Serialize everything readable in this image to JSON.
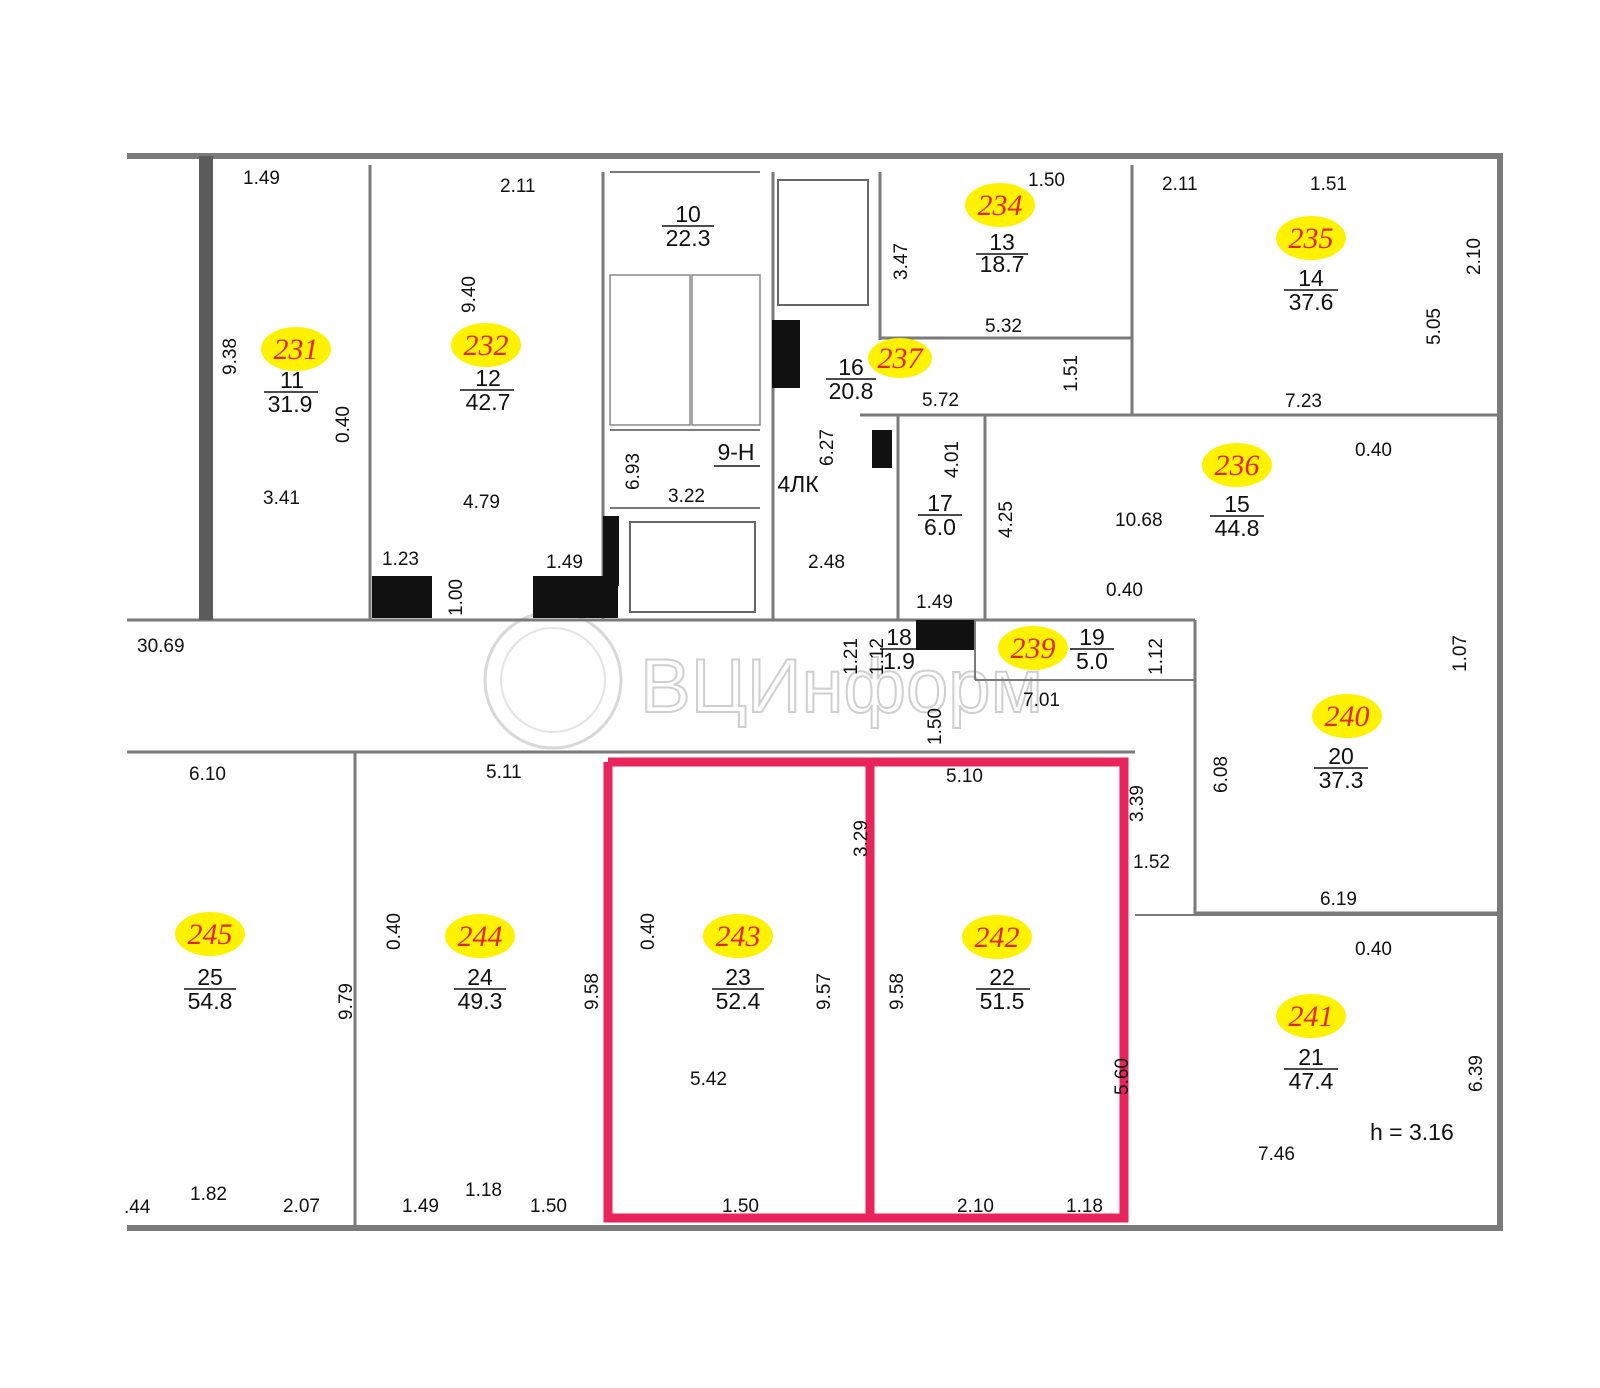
{
  "watermark": "ВЦИнформ",
  "height_note": "h = 3.16",
  "corridor": {
    "num": "9-Н",
    "lk": "4ЛК"
  },
  "colors": {
    "highlight": "#e8245a",
    "label_bg": "#fff200",
    "label_text": "#e0262a",
    "wall": "#7a7a7a"
  },
  "rooms": [
    {
      "label": "231",
      "num": "11",
      "area": "31.9"
    },
    {
      "label": "232",
      "num": "12",
      "area": "42.7"
    },
    {
      "label": "",
      "num": "10",
      "area": "22.3"
    },
    {
      "label": "234",
      "num": "13",
      "area": "18.7"
    },
    {
      "label": "235",
      "num": "14",
      "area": "37.6"
    },
    {
      "label": "237",
      "num": "16",
      "area": "20.8"
    },
    {
      "label": "236",
      "num": "15",
      "area": "44.8"
    },
    {
      "label": "",
      "num": "17",
      "area": "6.0"
    },
    {
      "label": "",
      "num": "18",
      "area": "1.9"
    },
    {
      "label": "239",
      "num": "19",
      "area": "5.0"
    },
    {
      "label": "240",
      "num": "20",
      "area": "37.3"
    },
    {
      "label": "241",
      "num": "21",
      "area": "47.4"
    },
    {
      "label": "242",
      "num": "22",
      "area": "51.5"
    },
    {
      "label": "243",
      "num": "23",
      "area": "52.4"
    },
    {
      "label": "244",
      "num": "24",
      "area": "49.3"
    },
    {
      "label": "245",
      "num": "25",
      "area": "54.8"
    }
  ],
  "dims": [
    "1.49",
    "2.11",
    "1.50",
    "2.11",
    "1.51",
    "2.10",
    "3.47",
    "5.32",
    "5.05",
    "9.38",
    "9.40",
    "0.40",
    "1.51",
    "7.23",
    "5.72",
    "6.27",
    "6.93",
    "3.22",
    "4.01",
    "0.40",
    "4.25",
    "10.68",
    "3.41",
    "4.79",
    "1.23",
    "1.00",
    "1.49",
    "2.48",
    "1.49",
    "0.40",
    "30.69",
    "1.21",
    "1.12",
    "1.12",
    "1.07",
    "7.01",
    "1.50",
    "6.10",
    "5.11",
    "5.10",
    "3.39",
    "3.29",
    "6.08",
    "1.52",
    "6.19",
    "0.40",
    "0.40",
    "0.40",
    "9.79",
    "9.58",
    "9.57",
    "9.58",
    "5.60",
    "6.39",
    "5.42",
    "7.46",
    ".44",
    "1.82",
    "2.07",
    "1.49",
    "1.18",
    "1.50",
    "1.50",
    "2.10",
    "1.18"
  ]
}
